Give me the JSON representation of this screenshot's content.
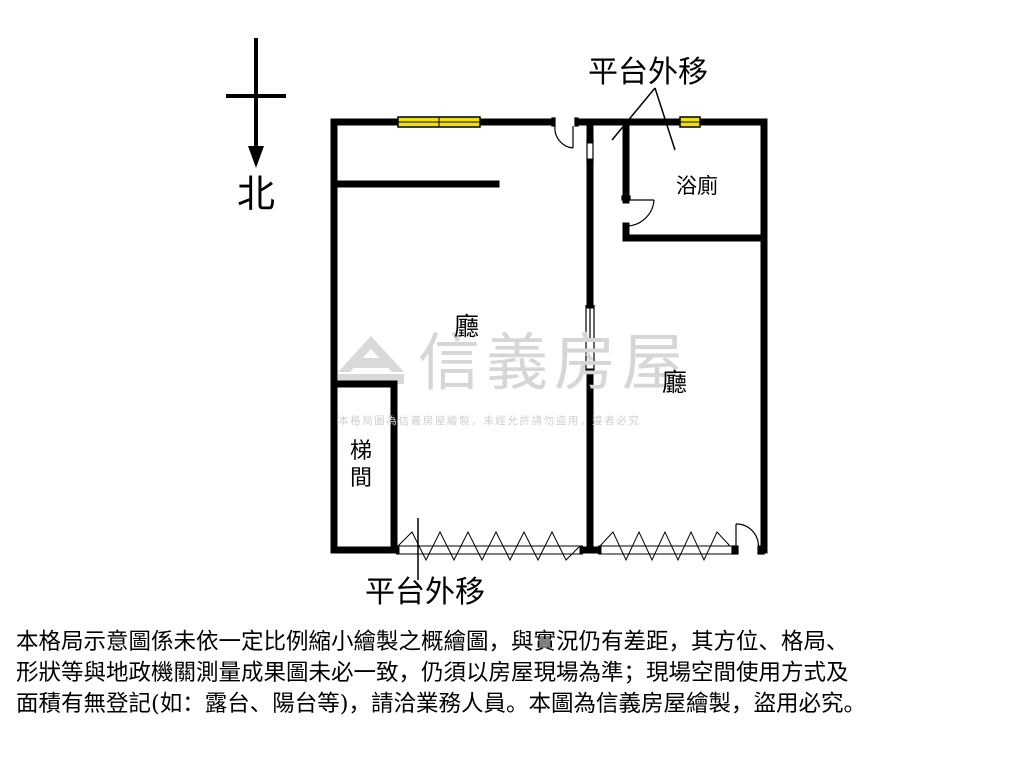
{
  "compass": {
    "north_label": "北"
  },
  "labels": {
    "platform_top": "平台外移",
    "platform_bottom": "平台外移",
    "bathroom": "浴廁",
    "hall_left": "廳",
    "hall_right": "廳",
    "stair_line1": "梯",
    "stair_line2": "間"
  },
  "watermark": {
    "brand": "信義房屋",
    "notice": "本格局圖為信義房屋繪製，未經允許請勿盜用，違者必究"
  },
  "disclaimer": {
    "line1": "本格局示意圖係未依一定比例縮小繪製之概繪圖，與實況仍有差距，其方位、格局、",
    "line2": "形狀等與地政機關測量成果圖未必一致，仍須以房屋現場為準；現場空間使用方式及",
    "line3": "面積有無登記(如：露台、陽台等)，請洽業務人員。本圖為信義房屋繪製，盜用必究。"
  },
  "colors": {
    "wall": "#000000",
    "window": "#f2e200",
    "watermark": "#d6d6d6"
  }
}
